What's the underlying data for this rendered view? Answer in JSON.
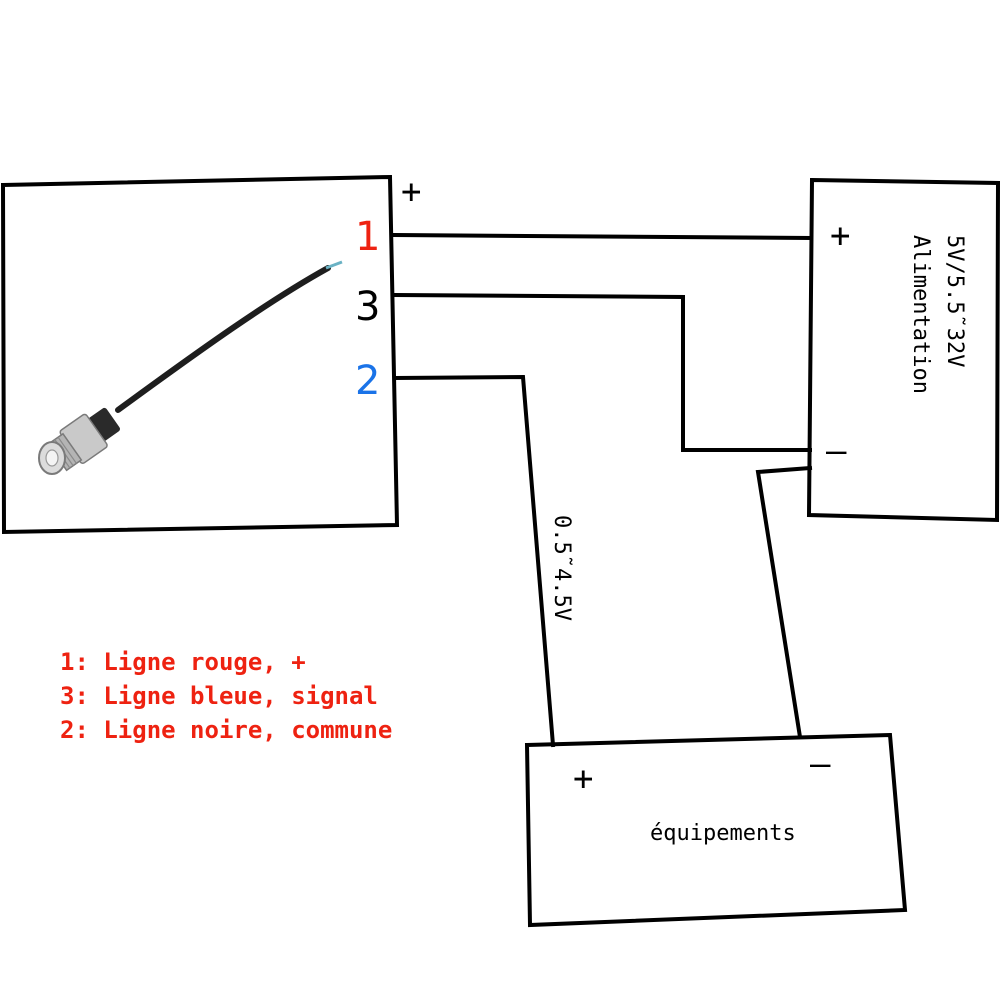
{
  "colors": {
    "line": "#000000",
    "red": "#ee2211",
    "blue": "#1a73e8",
    "black": "#000000"
  },
  "sensor": {
    "plus_label": "+",
    "pins": [
      {
        "number": "1",
        "color": "#ee2211"
      },
      {
        "number": "3",
        "color": "#000000"
      },
      {
        "number": "2",
        "color": "#1a73e8"
      }
    ]
  },
  "power_supply": {
    "line1": "5V/5.5˜32V",
    "line2": "Alimentation",
    "plus_label": "+",
    "minus_label": "—"
  },
  "signal_range": "0.5˜4.5V",
  "equipment": {
    "label": "équipements",
    "plus_label": "+",
    "minus_label": "—"
  },
  "legend": {
    "lines": [
      "1: Ligne rouge, +",
      "3: Ligne bleue, signal",
      "2: Ligne noire, commune"
    ]
  }
}
